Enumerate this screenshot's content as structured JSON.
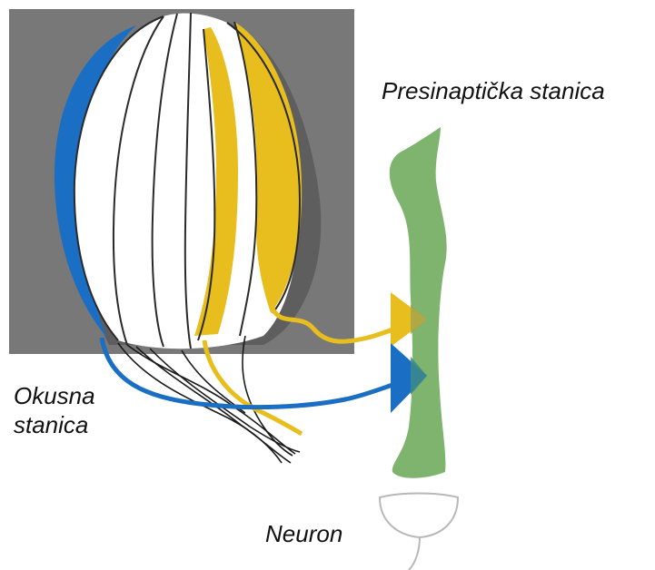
{
  "labels": {
    "presynaptic_cell": "Presinaptička stanica",
    "taste_cell_line1": "Okusna",
    "taste_cell_line2": "stanica",
    "neuron": "Neuron"
  },
  "colors": {
    "background_panel": "#787878",
    "panel_shadow": "#5e5e5e",
    "cell_white": "#ffffff",
    "cell_outline": "#2a2a2a",
    "blue_cell": "#1a6fc4",
    "yellow_cell": "#e8be1e",
    "presynaptic_green": "#7fb46f",
    "neuron_outline": "#b8b8b8"
  },
  "icons": {
    "blue_arrow": "triangle-right",
    "yellow_arrow": "triangle-right"
  }
}
